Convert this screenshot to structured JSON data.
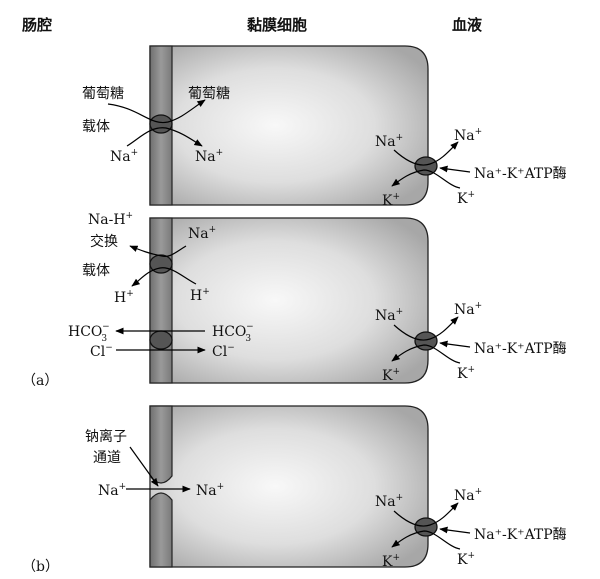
{
  "headers": {
    "lumen": "肠腔",
    "cell": "黏膜细胞",
    "blood": "血液"
  },
  "panel_labels": {
    "a": "（a）",
    "b": "（b）"
  },
  "panel1": {
    "glucose_left": "葡萄糖",
    "glucose_right": "葡萄糖",
    "carrier": "载体",
    "na_left": "Na",
    "na_right": "Na"
  },
  "panel2": {
    "exchanger_line1": "Na-H",
    "exchanger_line2": "交换",
    "carrier": "载体",
    "na_right": "Na",
    "h_left": "H",
    "h_right": "H",
    "hco3_left": "HCO",
    "hco3_right": "HCO",
    "cl_left": "Cl",
    "cl_right": "Cl"
  },
  "panel3": {
    "channel_line1": "钠离子",
    "channel_line2": "通道",
    "na_left": "Na",
    "na_right": "Na"
  },
  "pump": {
    "na_in": "Na",
    "na_out": "Na",
    "k_in": "K",
    "k_out": "K",
    "enzyme": "Na⁺-K⁺ATP酶"
  },
  "superscripts": {
    "plus": "+",
    "minus": "−",
    "three": "3"
  },
  "colors": {
    "membrane": "#8a8a8a",
    "cell_edge": "#a9a9a9",
    "cell_center": "#f7f7f7",
    "protein": "#555555"
  }
}
